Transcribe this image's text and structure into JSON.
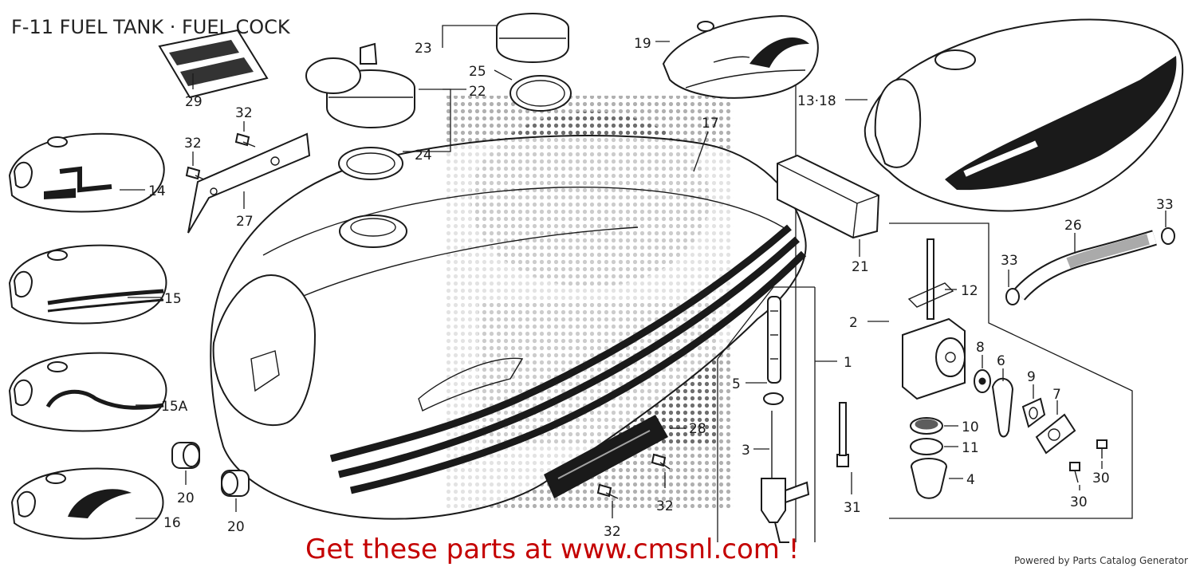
{
  "title": "F-11 FUEL TANK · FUEL COCK",
  "promo": "Get these parts at www.cmsnl.com !",
  "credit": "Powered by Parts Catalog Generator",
  "promo_color": "#c40000",
  "callouts": {
    "p1": "1",
    "p2": "2",
    "p3": "3",
    "p4": "4",
    "p5": "5",
    "p6": "6",
    "p7": "7",
    "p8": "8",
    "p9": "9",
    "p10": "10",
    "p11": "11",
    "p12": "12",
    "p13_18": "13·18",
    "p14": "14",
    "p15": "15",
    "p15a": "15A",
    "p16": "16",
    "p17": "17",
    "p19": "19",
    "p20a": "20",
    "p20b": "20",
    "p21": "21",
    "p22": "22",
    "p23": "23",
    "p24": "24",
    "p25": "25",
    "p26": "26",
    "p27": "27",
    "p28": "28",
    "p29": "29",
    "p30a": "30",
    "p30b": "30",
    "p31": "31",
    "p32a": "32",
    "p32b": "32",
    "p32c": "32",
    "p32d": "32",
    "p33a": "33",
    "p33b": "33"
  }
}
